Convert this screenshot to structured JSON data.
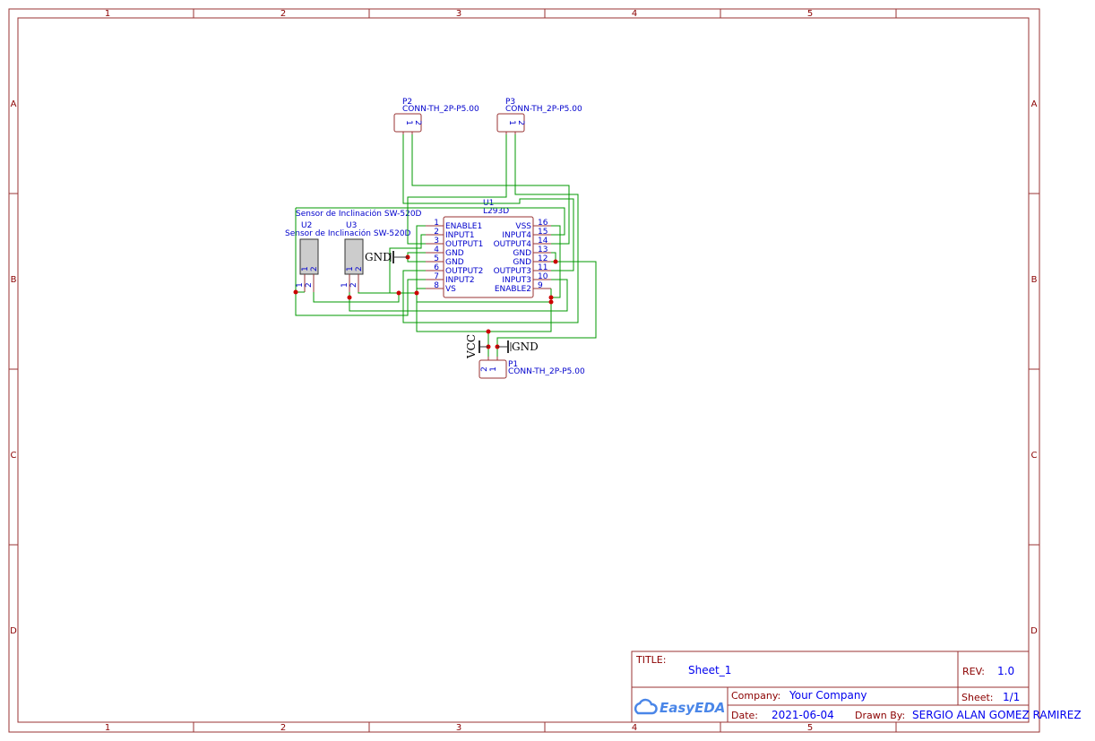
{
  "frame": {
    "columns": [
      "1",
      "2",
      "3",
      "4",
      "5"
    ],
    "rows": [
      "A",
      "B",
      "C",
      "D"
    ]
  },
  "components": {
    "P1": {
      "ref": "P1",
      "value": "CONN-TH_2P-P5.00",
      "pins": [
        "2",
        "1"
      ]
    },
    "P2": {
      "ref": "P2",
      "value": "CONN-TH_2P-P5.00",
      "pins": [
        "1",
        "2"
      ]
    },
    "P3": {
      "ref": "P3",
      "value": "CONN-TH_2P-P5.00",
      "pins": [
        "1",
        "2"
      ]
    },
    "U1": {
      "ref": "U1",
      "value": "L293D",
      "left_pins": [
        {
          "num": "1",
          "name": "ENABLE1"
        },
        {
          "num": "2",
          "name": "INPUT1"
        },
        {
          "num": "3",
          "name": "OUTPUT1"
        },
        {
          "num": "4",
          "name": "GND"
        },
        {
          "num": "5",
          "name": "GND"
        },
        {
          "num": "6",
          "name": "OUTPUT2"
        },
        {
          "num": "7",
          "name": "INPUT2"
        },
        {
          "num": "8",
          "name": "VS"
        }
      ],
      "right_pins": [
        {
          "num": "16",
          "name": "VSS"
        },
        {
          "num": "15",
          "name": "INPUT4"
        },
        {
          "num": "14",
          "name": "OUTPUT4"
        },
        {
          "num": "13",
          "name": "GND"
        },
        {
          "num": "12",
          "name": "GND"
        },
        {
          "num": "11",
          "name": "OUTPUT3"
        },
        {
          "num": "10",
          "name": "INPUT3"
        },
        {
          "num": "9",
          "name": "ENABLE2"
        }
      ]
    },
    "U2": {
      "ref": "U2",
      "value": "Sensor de Inclinación SW-520D",
      "pins": [
        "1",
        "2"
      ]
    },
    "U3": {
      "ref": "U3",
      "value": "Sensor de Inclinación SW-520D",
      "pins": [
        "1",
        "2"
      ]
    }
  },
  "net_labels": {
    "gnd_left": "GND",
    "gnd_p1": "GND",
    "vcc": "VCC"
  },
  "title_block": {
    "title_label": "TITLE:",
    "title": "Sheet_1",
    "rev_label": "REV:",
    "rev": "1.0",
    "company_label": "Company:",
    "company": "Your Company",
    "sheet_label": "Sheet:",
    "sheet": "1/1",
    "date_label": "Date:",
    "date": "2021-06-04",
    "drawn_by_label": "Drawn By:",
    "drawn_by": "SERGIO ALAN GOMEZ RAMIREZ",
    "logo": "EasyEDA"
  },
  "colors": {
    "wire": "#009900",
    "frame": "#993333",
    "text": "#0000cc",
    "junction": "#cc0000",
    "body": "#cccccc"
  }
}
